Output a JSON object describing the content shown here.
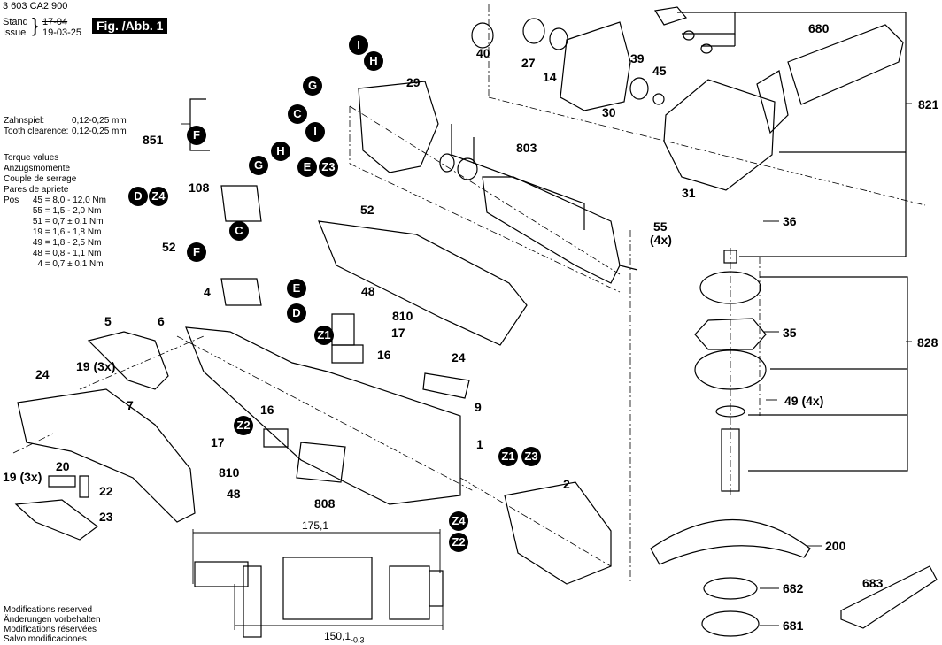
{
  "header": {
    "part_number": "3 603 CA2 900",
    "stand_label": "Stand",
    "issue_label": "Issue",
    "old_date": "17-04",
    "issue_date": "19-03-25",
    "figure_title": "Fig. /Abb. 1"
  },
  "specs": {
    "tooth_clearance_de": "Zahnspiel:",
    "tooth_clearance_de_value": "0,12-0,25 mm",
    "tooth_clearance_en": "Tooth clearence:",
    "tooth_clearance_en_value": "0,12-0,25 mm",
    "torque_titles": [
      "Torque values",
      "Anzugsmomente",
      "Couple de serrage",
      "Pares de apriete"
    ],
    "pos_label": "Pos",
    "torque_rows": [
      {
        "pos": "45",
        "value": "8,0 - 12,0 Nm"
      },
      {
        "pos": "55",
        "value": "1,5 - 2,0 Nm"
      },
      {
        "pos": "51",
        "value": "0,7 ± 0,1 Nm"
      },
      {
        "pos": "19",
        "value": "1,6 - 1,8 Nm"
      },
      {
        "pos": "49",
        "value": "1,8 - 2,5 Nm"
      },
      {
        "pos": "48",
        "value": "0,8 - 1,1 Nm"
      },
      {
        "pos": "4",
        "value": "0,7 ± 0,1 Nm"
      }
    ]
  },
  "footer": {
    "notes": [
      "Modifications reserved",
      "Änderungen vorbehalten",
      "Modifications réservées",
      "Salvo modificaciones"
    ]
  },
  "dimensions": {
    "overall_length": "175,1",
    "shaft_length": "150,1",
    "shaft_tolerance": "-0.3"
  },
  "part_labels": {
    "p40": "40",
    "p27": "27",
    "p14": "14",
    "p39": "39",
    "p45": "45",
    "p30": "30",
    "p680": "680",
    "p821": "821",
    "p29": "29",
    "p803": "803",
    "p851": "851",
    "p108": "108",
    "p52a": "52",
    "p52b": "52",
    "p31": "31",
    "p55": "55",
    "p55q": "(4x)",
    "p36": "36",
    "p48a": "48",
    "p810a": "810",
    "p17a": "17",
    "p16a": "16",
    "p24a": "24",
    "p5": "5",
    "p6": "6",
    "p4": "4",
    "p35": "35",
    "p828": "828",
    "p19a": "19 (3x)",
    "p7": "7",
    "p24b": "24",
    "p9": "9",
    "p1": "1",
    "p16b": "16",
    "p17b": "17",
    "p810b": "810",
    "p48b": "48",
    "p808": "808",
    "p19b": "19 (3x)",
    "p20": "20",
    "p22": "22",
    "p23": "23",
    "p2": "2",
    "p49": "49 (4x)",
    "p200": "200",
    "p682": "682",
    "p681": "681",
    "p683": "683"
  },
  "wire_badges": {
    "i1": "I",
    "h1": "H",
    "g1": "G",
    "c1": "C",
    "i2": "I",
    "f1": "F",
    "h2": "H",
    "g2": "G",
    "e1": "E",
    "z3a": "Z3",
    "d1": "D",
    "z4a": "Z4",
    "c2": "C",
    "f2": "F",
    "e2": "E",
    "d2": "D",
    "z1a": "Z1",
    "z2a": "Z2",
    "z1b": "Z1",
    "z3b": "Z3",
    "z4b": "Z4",
    "z2b": "Z2"
  }
}
